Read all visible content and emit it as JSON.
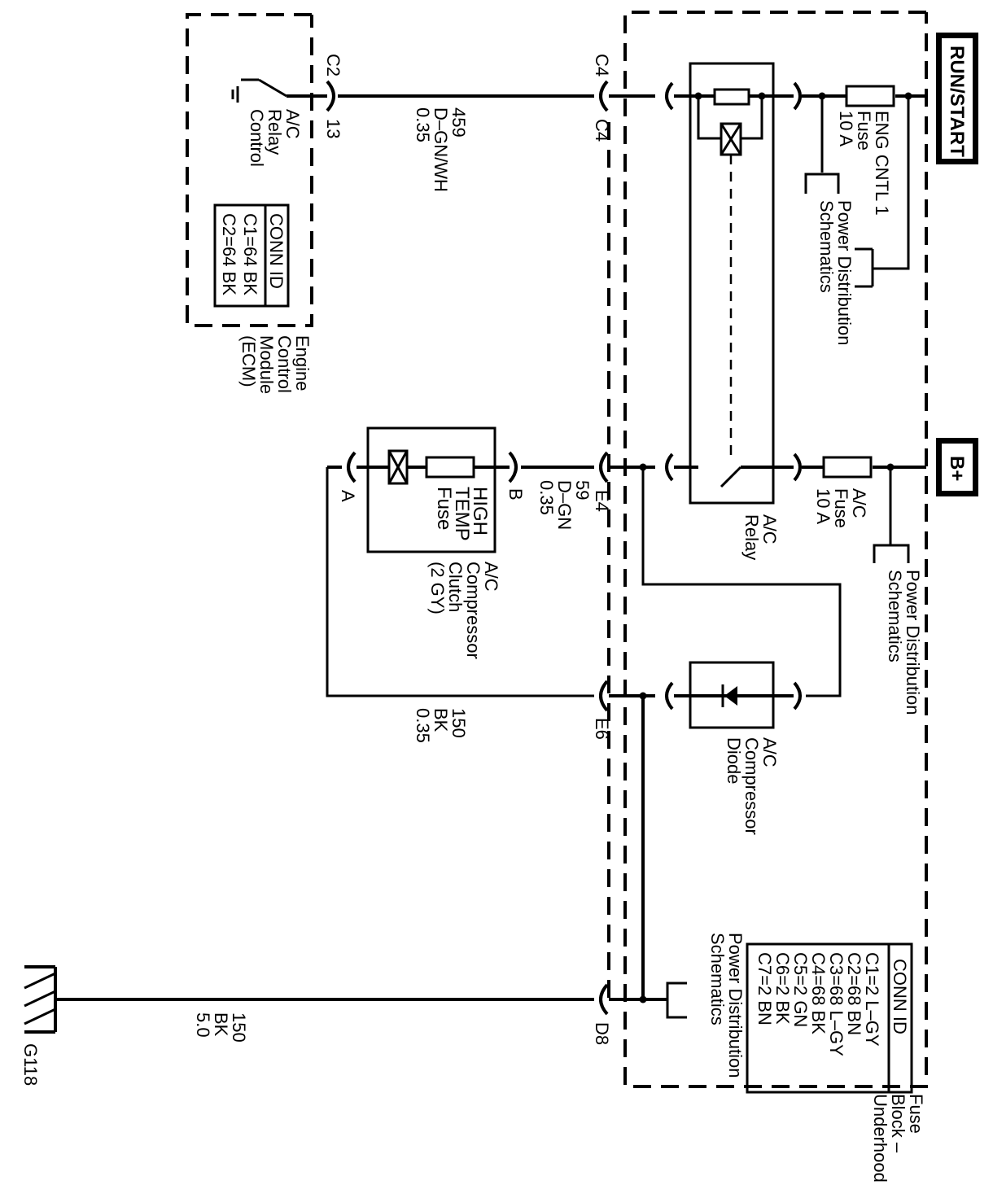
{
  "power_sources": {
    "run_start": "RUN/START",
    "b_plus": "B+"
  },
  "fuse_block": {
    "name_lines": [
      "Fuse",
      "Block –",
      "Underhood"
    ],
    "conn_id": {
      "header": "CONN ID",
      "rows": [
        "C1=2 L–GY",
        "C2=68 BN",
        "C3=68 L–GY",
        "C4=68 BK",
        "C5=2 GN",
        "C6=2 BK",
        "C7=2 BN"
      ]
    }
  },
  "ecm": {
    "name_lines": [
      "Engine",
      "Control",
      "Module",
      "(ECM)"
    ],
    "conn_id": {
      "header": "CONN ID",
      "rows": [
        "C1=64 BK",
        "C2=64 BK"
      ]
    },
    "control_lines": [
      "A/C",
      "Relay",
      "Control"
    ],
    "connector": "C2",
    "pin": "13"
  },
  "components": {
    "eng_cntl_fuse": [
      "ENG CNTL 1",
      "Fuse",
      "10 A"
    ],
    "ac_fuse": [
      "A/C",
      "Fuse",
      "10 A"
    ],
    "ac_relay": [
      "A/C",
      "Relay"
    ],
    "ac_diode": [
      "A/C",
      "Compressor",
      "Diode"
    ],
    "high_temp_fuse": [
      "HIGH",
      "TEMP",
      "Fuse"
    ],
    "ac_clutch": [
      "A/C",
      "Compressor",
      "Clutch",
      "(2 GY)"
    ],
    "ground": "G118"
  },
  "power_distribution_refs": [
    "Power Distribution",
    "Schematics"
  ],
  "connectors": {
    "c4_top": "C4",
    "c4_bottom": "C4",
    "e4": "E4",
    "e6": "E6",
    "d8": "D8",
    "clutch_a": "A",
    "clutch_b": "B"
  },
  "circuits": {
    "c459": [
      "459",
      "D–GN/WH",
      "0.35"
    ],
    "c59": [
      "59",
      "D–GN",
      "0.35"
    ],
    "c150_e6": [
      "150",
      "BK",
      "0.35"
    ],
    "c150_d8": [
      "150",
      "BK",
      "5.0"
    ]
  }
}
